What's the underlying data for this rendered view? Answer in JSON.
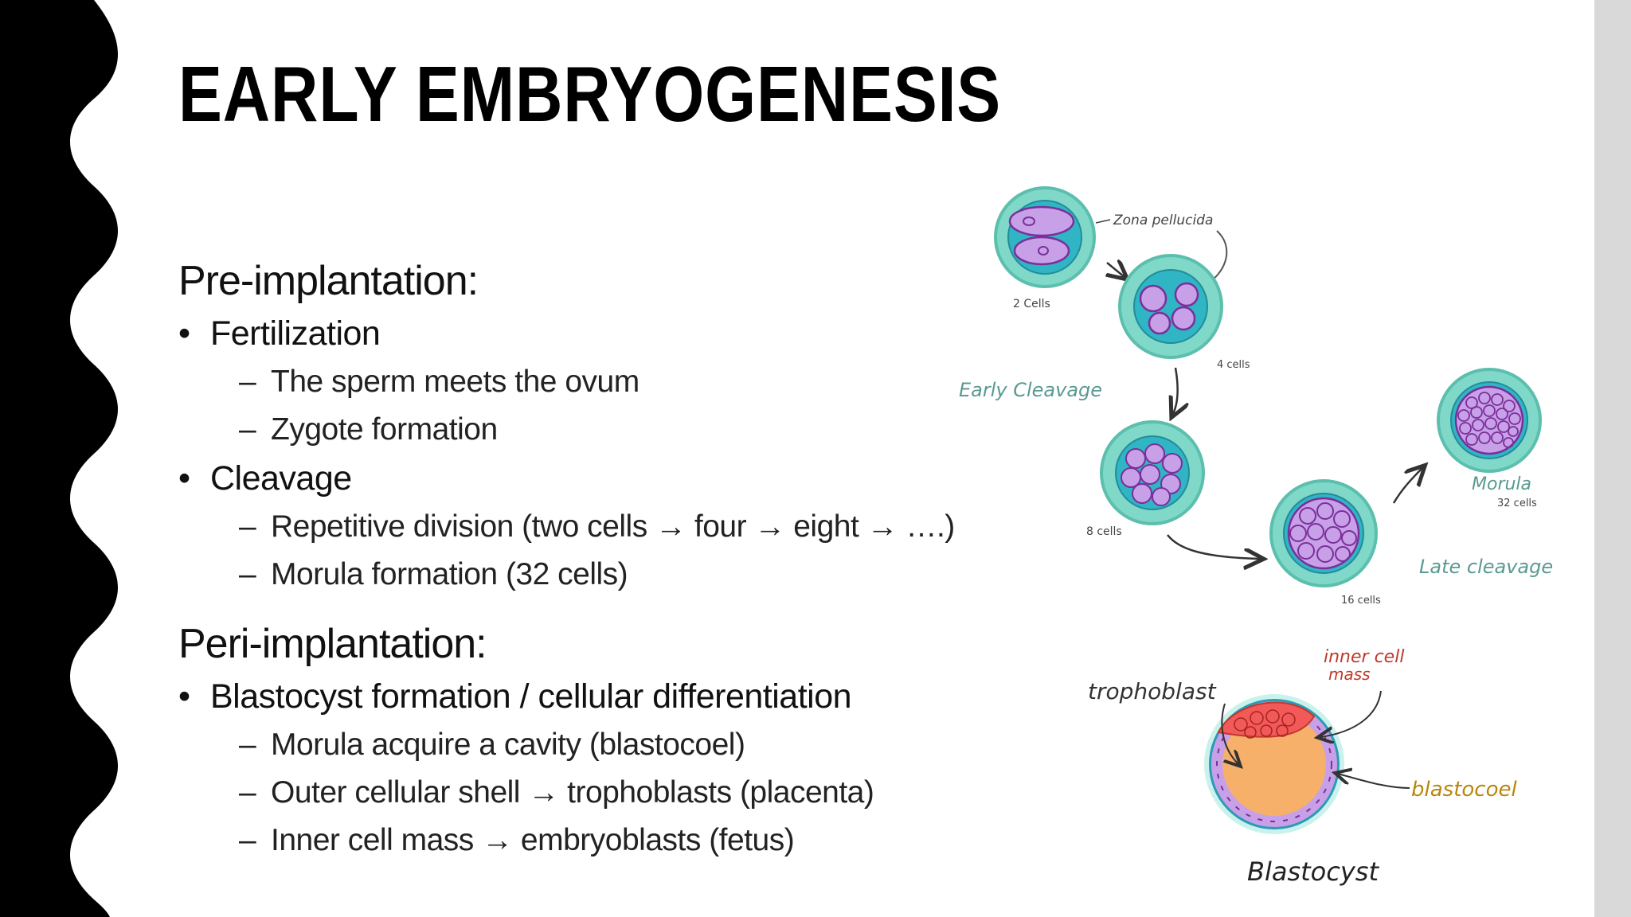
{
  "slide": {
    "title": "EARLY EMBRYOGENESIS",
    "sections": [
      {
        "heading": "Pre-implantation:",
        "items": [
          {
            "label": "Fertilization",
            "subitems": [
              "The sperm meets the ovum",
              "Zygote formation"
            ]
          },
          {
            "label": "Cleavage",
            "subitems": [
              "Repetitive division (two cells → four → eight → ….)",
              "Morula formation (32 cells)"
            ]
          }
        ]
      },
      {
        "heading": "Peri-implantation:",
        "items": [
          {
            "label": "Blastocyst formation / cellular differentiation",
            "subitems": [
              "Morula acquire a cavity (blastocoel)",
              "Outer cellular shell → trophoblasts (placenta)",
              "Inner cell mass → embryoblasts (fetus)"
            ]
          }
        ]
      }
    ]
  },
  "symbols": {
    "bullet": "•",
    "dash": "–"
  },
  "diagram": {
    "labels": {
      "zona": "Zona pellucida",
      "two_cells": "2 Cells",
      "four_cells": "4 cells",
      "early": "Early Cleavage",
      "eight_cells": "8 cells",
      "sixteen_cells": "16 cells",
      "morula": "Morula",
      "morula_cells": "32 cells",
      "late": "Late cleavage",
      "inner": "inner cell",
      "mass": "mass",
      "trophoblast": "trophoblast",
      "blastocoel": "blastocoel",
      "blastocyst": "Blastocyst"
    },
    "colors": {
      "zona": "#7fd8c8",
      "cell_fill": "#c8a0e8",
      "cell_stroke": "#7a2f9a",
      "cavity": "#f7b06a",
      "inner_mass": "#f25a5a",
      "ink": "#333333",
      "teal_text": "#5a9a90",
      "red_text": "#c0392b"
    }
  }
}
